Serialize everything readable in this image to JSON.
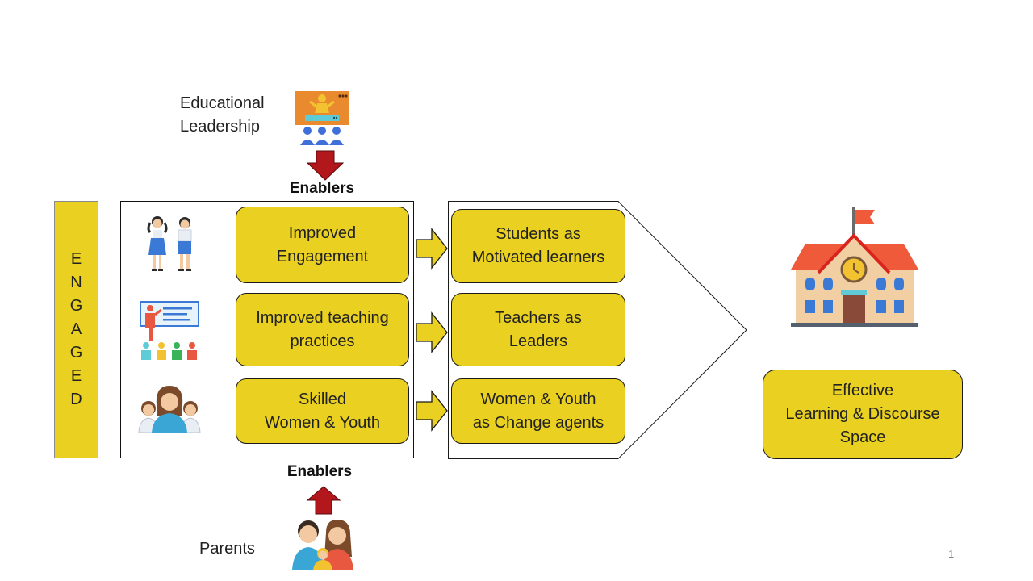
{
  "top": {
    "label_line1": "Educational",
    "label_line2": "Leadership",
    "enablers": "Enablers",
    "icon": "leadership-conference-icon"
  },
  "bottom": {
    "label": "Parents",
    "enablers": "Enablers",
    "icon": "family-icon"
  },
  "engaged": {
    "letters": [
      "E",
      "N",
      "G",
      "A",
      "G",
      "E",
      "D"
    ]
  },
  "inputs": [
    {
      "text": "Improved\nEngagement",
      "icon": "students-icon"
    },
    {
      "text": "Improved teaching\npractices",
      "icon": "teacher-classroom-icon"
    },
    {
      "text": "Skilled\nWomen & Youth",
      "icon": "women-youth-group-icon"
    }
  ],
  "outcomes": [
    {
      "text": "Students as\nMotivated learners"
    },
    {
      "text": "Teachers as\nLeaders"
    },
    {
      "text": "Women & Youth\nas Change agents"
    }
  ],
  "goal": {
    "text": "Effective\nLearning & Discourse\nSpace",
    "icon": "school-building-icon"
  },
  "page_number": "1",
  "colors": {
    "yellow": "#e9d021",
    "arrow_red": "#b2171b",
    "border": "#1a1a1a"
  }
}
